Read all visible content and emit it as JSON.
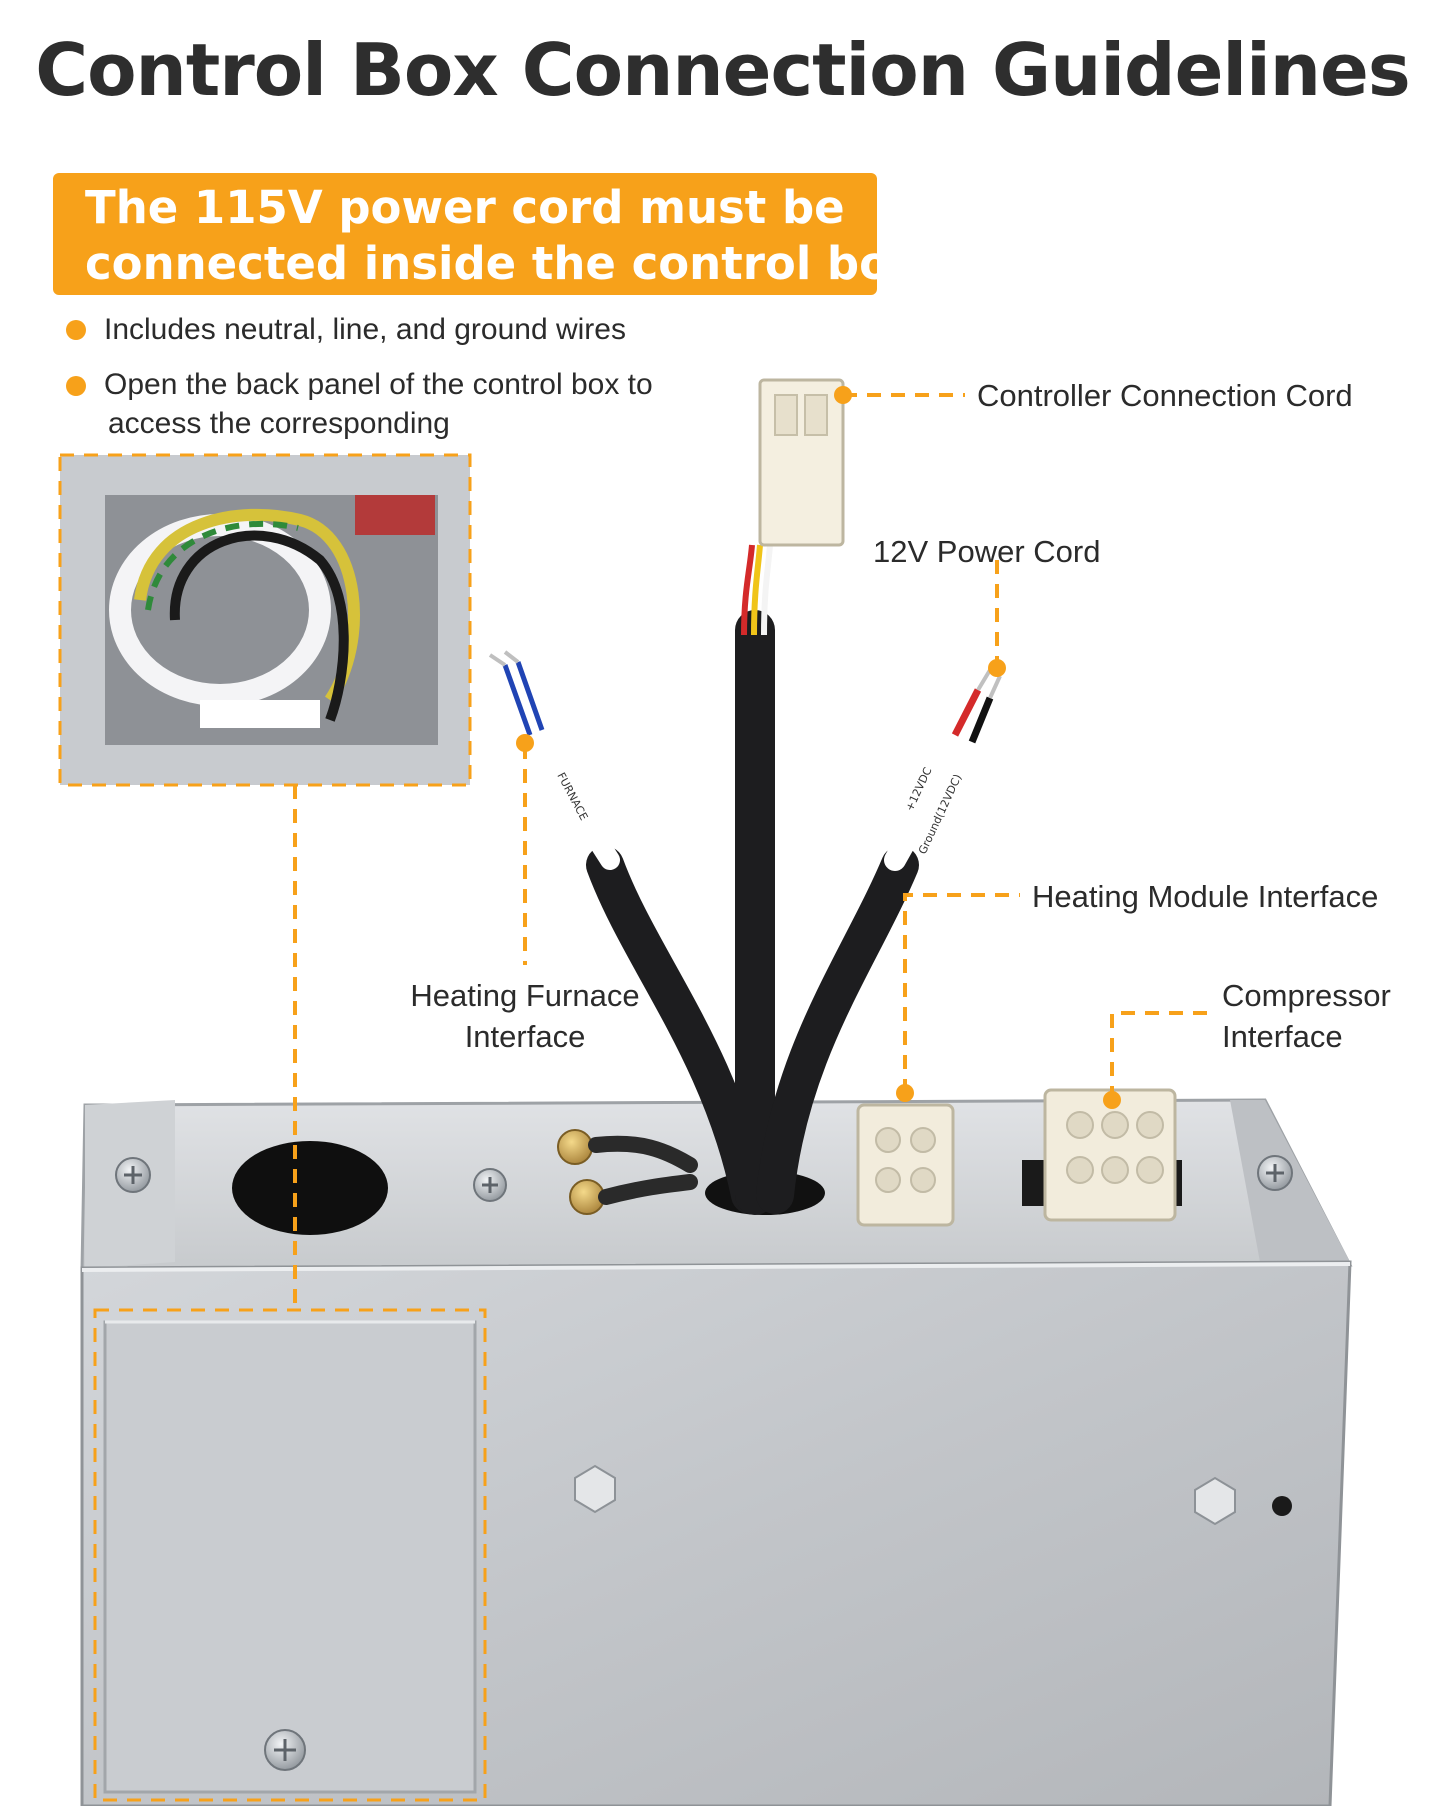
{
  "title": "Control Box Connection Guidelines",
  "banner": {
    "line1": "The 115V power cord must be",
    "line2": "connected inside the control box."
  },
  "bullets": [
    {
      "text": "Includes neutral, line, and ground wires"
    },
    {
      "line1": "Open the back panel of the control box to",
      "line2": "access the corresponding"
    }
  ],
  "callouts": {
    "controller": "Controller Connection Cord",
    "power12v": "12V Power Cord",
    "heating_module": "Heating Module Interface",
    "furnace": {
      "line1": "Heating Furnace",
      "line2": "Interface"
    },
    "compressor": {
      "line1": "Compressor",
      "line2": "Interface"
    }
  },
  "wire_labels": {
    "furnace": "FURNACE",
    "plus12": "+12VDC",
    "ground": "Ground(12VDC)"
  },
  "colors": {
    "accent": "#f7a11a",
    "title": "#2e2e2e",
    "text": "#2b2b2b",
    "metal": "#c4c7cb",
    "cable": "#1d1d1f"
  }
}
